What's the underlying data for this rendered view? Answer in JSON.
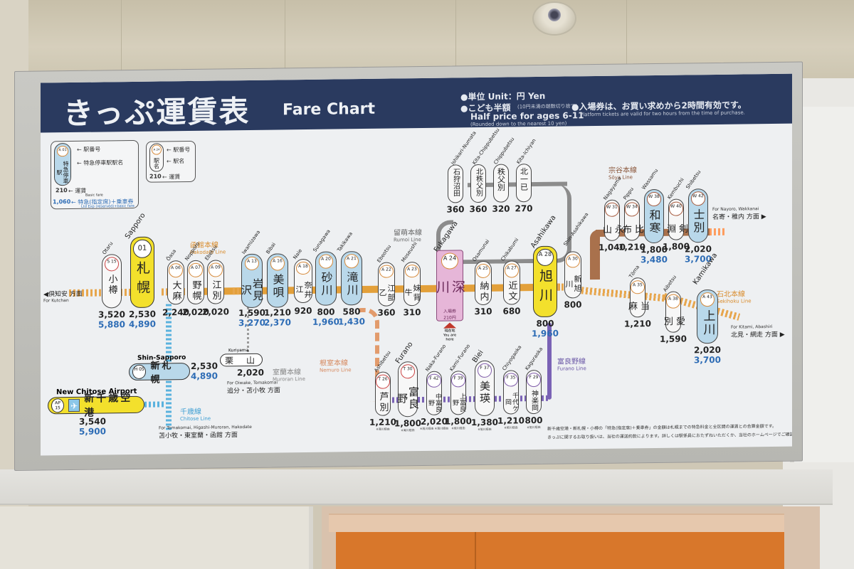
{
  "sign": {
    "title_jp": "きっぷ運賃表",
    "title_en": "Fare Chart",
    "unit": "●単位 Unit：円 Yen",
    "child_jp": "●こども半額",
    "child_small": "(10円未満の端数切り捨て)",
    "child_en": "Half price for ages 6-11",
    "child_round": "(Rounded down to the nearest 10 yen)",
    "platform_jp": "●入場券は、お買い求めから2時間有効です。",
    "platform_en": "Platform tickets are valid for two hours from the time of purchase."
  },
  "legend": {
    "express_box": {
      "station_no": "A 01",
      "station_no_label": "← 駅番号",
      "kanji": "特急停車駅",
      "name_label": "← 特急停車駅駅名",
      "fare": "210",
      "fare_label": "← 運賃",
      "fare_en": "Basic fare",
      "exp_fare": "1,060",
      "exp_label": "← 特急(指定席)＋乗車券",
      "exp_en": "Ltd Exp (reserved)+basic fare"
    },
    "local_box": {
      "station_no": "A 24",
      "station_no_label": "← 駅番号",
      "kanji": "駅名",
      "name_label": "← 駅名",
      "fare": "210",
      "fare_label": "← 運賃"
    }
  },
  "lines": {
    "hakodate": {
      "jp": "函館本線",
      "en": "Hakodate Line",
      "color": "#e3a03a"
    },
    "rumoi": {
      "jp": "留萌本線",
      "en": "Rumoi Line",
      "color": "#8c8c8c"
    },
    "soya": {
      "jp": "宗谷本線",
      "en": "Sōya Line",
      "color": "#a9714c"
    },
    "sekihoku": {
      "jp": "石北本線",
      "en": "Sekihoku Line",
      "color": "#e7a64d"
    },
    "furano": {
      "jp": "富良野線",
      "en": "Furano Line",
      "color": "#7a62b5"
    },
    "nemuro": {
      "jp": "根室本線",
      "en": "Nemuro Line",
      "color": "#e29b6c"
    },
    "muroran": {
      "jp": "室蘭本線",
      "en": "Muroran Line",
      "color": "#9a9a9a"
    },
    "chitose": {
      "jp": "千歳線",
      "en": "Chitose Line",
      "color": "#5ab2de"
    }
  },
  "directions": {
    "kutchan": {
      "jp": "◀倶知安 方面",
      "en": "For Kutchan"
    },
    "wakkanai": {
      "jp": "名寄・稚内 方面 ▶",
      "en": "For Nayoro, Wakkanai"
    },
    "abashiri": {
      "jp": "北見・網走 方面 ▶",
      "en": "For Kitami, Abashiri"
    },
    "tomakomai": {
      "jp": "追分・苫小牧 方面",
      "en": "For Oiwake, Tomakomai"
    },
    "hakodate": {
      "jp": "苫小牧・東室蘭・函館 方面",
      "en": "For Tomakomai, Higashi-Muroran, Hakodate"
    }
  },
  "stations": {
    "otaru": {
      "romaji": "Otaru",
      "no": "S 15",
      "kanji": "小樽",
      "fare": "3,520",
      "exp": "5,880"
    },
    "sapporo": {
      "romaji": "Sapporo",
      "no": "01",
      "kanji": "札幌",
      "fare": "2,530",
      "exp": "4,890"
    },
    "osa": {
      "romaji": "Ōasa",
      "no": "A 06",
      "kanji": "大麻",
      "fare": "2,240"
    },
    "nopporo": {
      "romaji": "Nopporo",
      "no": "A 07",
      "kanji": "野幌",
      "fare": "2,020"
    },
    "ebetsu": {
      "romaji": "Ebetsu",
      "no": "A 09",
      "kanji": "江別",
      "fare": "2,020"
    },
    "iwamizawa": {
      "romaji": "Iwamizawa",
      "no": "A 13",
      "kanji": "岩見沢",
      "fare": "1,590",
      "exp": "3,270"
    },
    "bibai": {
      "romaji": "Bibai",
      "no": "A 16",
      "kanji": "美唄",
      "fare": "1,210",
      "exp": "2,370"
    },
    "naie": {
      "romaji": "Naie",
      "no": "A 18",
      "kanji": "奈井江",
      "fare": "920"
    },
    "sunagawa": {
      "romaji": "Sunagawa",
      "no": "A 20",
      "kanji": "砂川",
      "fare": "800",
      "exp": "1,960"
    },
    "takikawa": {
      "romaji": "Takikawa",
      "no": "A 21",
      "kanji": "滝川",
      "fare": "580",
      "exp": "1,430"
    },
    "ebeotsu": {
      "romaji": "Ebeotsu",
      "no": "A 22",
      "kanji": "江部乙",
      "fare": "360"
    },
    "moseushi": {
      "romaji": "Moseushi",
      "no": "A 23",
      "kanji": "妹背牛",
      "fare": "310"
    },
    "fukagawa": {
      "romaji": "Fukagawa",
      "no": "A 24",
      "kanji": "深川",
      "ticket": "入場券",
      "ticket_price": "210円",
      "here_jp": "現在地",
      "here_en": "You are here"
    },
    "osamunai": {
      "romaji": "Osamunai",
      "no": "A 25",
      "kanji": "納内",
      "fare": "310"
    },
    "chikabumi": {
      "romaji": "Chikabumi",
      "no": "A 27",
      "kanji": "近文",
      "fare": "680"
    },
    "asahikawa": {
      "romaji": "Asahikawa",
      "no": "A 28",
      "kanji": "旭川",
      "fare": "800",
      "exp": "1,960"
    },
    "shin_asahikawa": {
      "romaji": "Shin-Asahikawa",
      "no": "A 30",
      "kanji": "新旭川",
      "fare": "800"
    },
    "ishikari_numata": {
      "romaji": "Ishikari-Numata",
      "kanji": "石狩沼田",
      "fare": "360"
    },
    "kita_chippubetsu": {
      "romaji": "Kita-Chippubetsu",
      "kanji": "北秩父別",
      "fare": "360"
    },
    "chippubetsu": {
      "romaji": "Chippubetsu",
      "kanji": "秩父別",
      "fare": "320"
    },
    "kita_ichiyan": {
      "romaji": "Kita-Ichiyan",
      "kanji": "北一已",
      "fare": "270"
    },
    "nagayama": {
      "romaji": "Nagayama",
      "no": "W 31",
      "kanji": "永山",
      "fare": "1,040"
    },
    "pippu": {
      "romaji": "Pippu",
      "no": "W 34",
      "kanji": "比布",
      "fare": "1,210"
    },
    "wassamu": {
      "romaji": "Wassamu",
      "no": "W 38",
      "kanji": "和寒",
      "fare": "1,800",
      "exp": "3,480"
    },
    "kembuchi": {
      "romaji": "Kembuchi",
      "no": "W 40",
      "kanji": "剣淵",
      "fare": "1,800"
    },
    "shibetsu": {
      "romaji": "Shibetsu",
      "no": "W 42",
      "kanji": "士別",
      "fare": "2,020",
      "exp": "3,700"
    },
    "toma": {
      "romaji": "Tōma",
      "no": "A 35",
      "kanji": "当麻",
      "fare": "1,210"
    },
    "aibetsu": {
      "romaji": "Aibetsu",
      "no": "A 38",
      "kanji": "愛別",
      "fare": "1,590"
    },
    "kamikawa": {
      "romaji": "Kamikawa",
      "no": "A 43",
      "kanji": "上川",
      "fare": "2,020",
      "exp": "3,700"
    },
    "ashibetsu": {
      "romaji": "Ashibetsu",
      "no": "T 26",
      "kanji": "芦別",
      "fare": "1,210",
      "note": "※滝川経由"
    },
    "furano": {
      "romaji": "Furano",
      "no": "T 30",
      "kanji": "富良野",
      "fare": "1,800",
      "note": "※滝川経由"
    },
    "naka_furano": {
      "romaji": "Naka-Furano",
      "no": "F 42",
      "kanji": "中富良野",
      "fare": "2,020",
      "note": "※旭川経由 ※滝川経由"
    },
    "kami_furano": {
      "romaji": "Kami-Furano",
      "no": "F 39",
      "kanji": "上富良野",
      "fare": "1,800",
      "note": "※旭川経由"
    },
    "biei": {
      "romaji": "Biei",
      "no": "F 37",
      "kanji": "美瑛",
      "fare": "1,380",
      "note": "※旭川経由"
    },
    "chiyogaoka": {
      "romaji": "Chiyogaoka",
      "no": "F 35",
      "kanji": "千代ケ岡",
      "fare": "1,210",
      "note": "※旭川経由"
    },
    "kagurаoka": {
      "romaji": "Kaguraoka",
      "no": "F 29",
      "kanji": "神楽岡",
      "fare": "800",
      "note": "※旭川経由"
    },
    "kuriyama": {
      "romaji": "Kuriyama",
      "kanji": "栗　山",
      "fare": "2,020"
    },
    "shin_sapporo": {
      "romaji": "Shin-Sapporo",
      "no": "H 05",
      "kanji": "新札幌",
      "fare": "2,530",
      "exp": "4,890"
    },
    "new_chitose": {
      "romaji": "New Chitose Airport",
      "no": "AP 15",
      "icon": "✈",
      "kanji": "新千歳空港",
      "fare": "3,540",
      "exp": "5,900"
    }
  },
  "footnotes": {
    "line1": "新千歳空港・新札幌・小樽の「特急(指定席)＋乗車券」の金額は札幌までの特急料金と全区間の運賃との合算金額です。",
    "line2": "きっぷに関するお取り扱いは、当社の運送約款によります。詳しくは駅係員におたずねいただくか、当社のホームページでご確認ください。"
  },
  "colors": {
    "header_bg": "#2a3a5f",
    "express_blue": "#b9d8ea",
    "main_station_yellow": "#f3e02c",
    "current_station_pink": "#e6b6d8",
    "exp_fare_blue": "#2d6cb5"
  }
}
